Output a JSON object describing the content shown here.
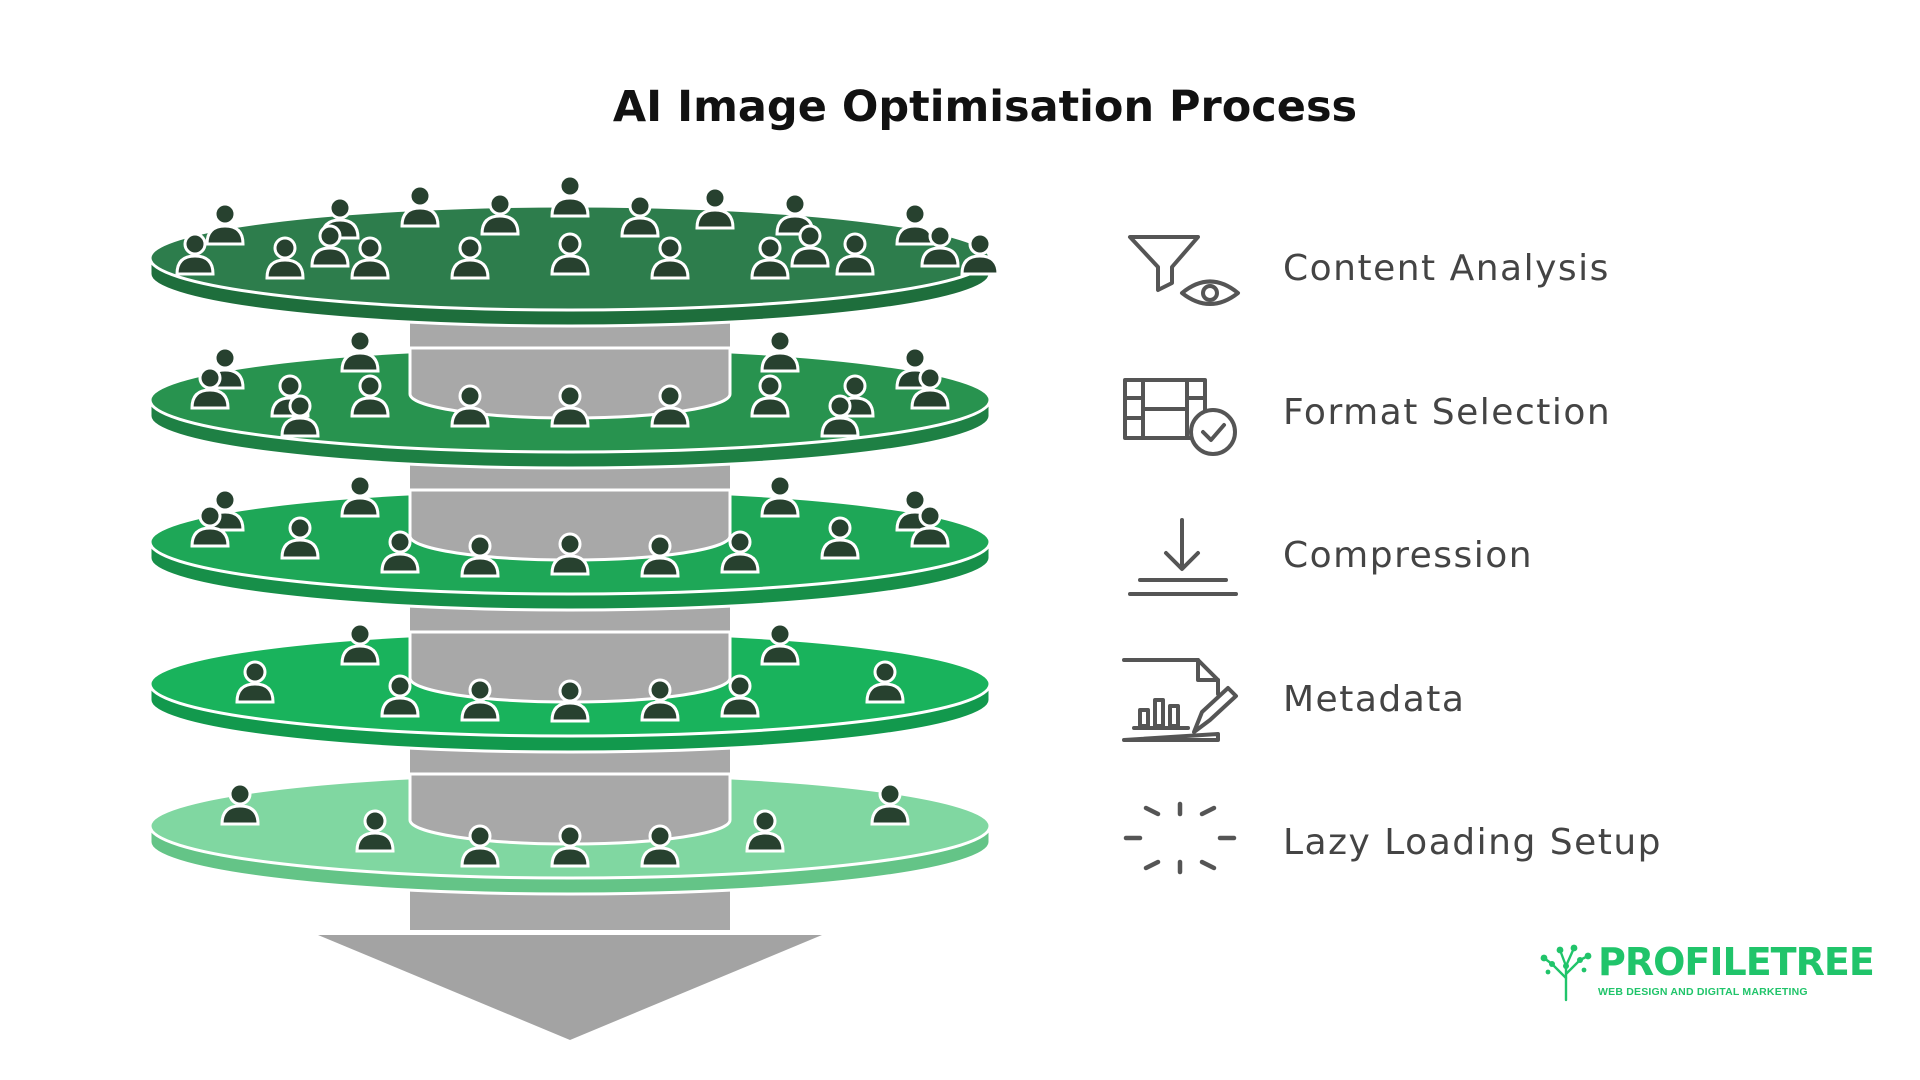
{
  "title": "AI Image Optimisation Process",
  "steps": [
    {
      "label": "Content Analysis",
      "icon": "funnel-eye-icon"
    },
    {
      "label": "Format Selection",
      "icon": "film-check-icon"
    },
    {
      "label": "Compression",
      "icon": "download-arrow-icon"
    },
    {
      "label": "Metadata",
      "icon": "chart-document-edit-icon"
    },
    {
      "label": "Lazy Loading Setup",
      "icon": "loading-spinner-icon"
    }
  ],
  "layers": [
    {
      "fill": "#2d7d4c",
      "edge": "#1e6e3c",
      "people": 21
    },
    {
      "fill": "#28934f",
      "edge": "#1e8044",
      "people": 15
    },
    {
      "fill": "#1ea757",
      "edge": "#178f49",
      "people": 13
    },
    {
      "fill": "#19b35c",
      "edge": "#12994d",
      "people": 9
    },
    {
      "fill": "#80d7a1",
      "edge": "#64c487",
      "people": 7
    }
  ],
  "colors": {
    "pipe": "#a8a8a8",
    "arrow": "#a3a3a3",
    "person": "#27412f",
    "icon_stroke": "#555555",
    "logo_green": "#20c46a"
  },
  "logo": {
    "name": "PROFILETREE",
    "tagline": "WEB DESIGN AND DIGITAL MARKETING"
  }
}
